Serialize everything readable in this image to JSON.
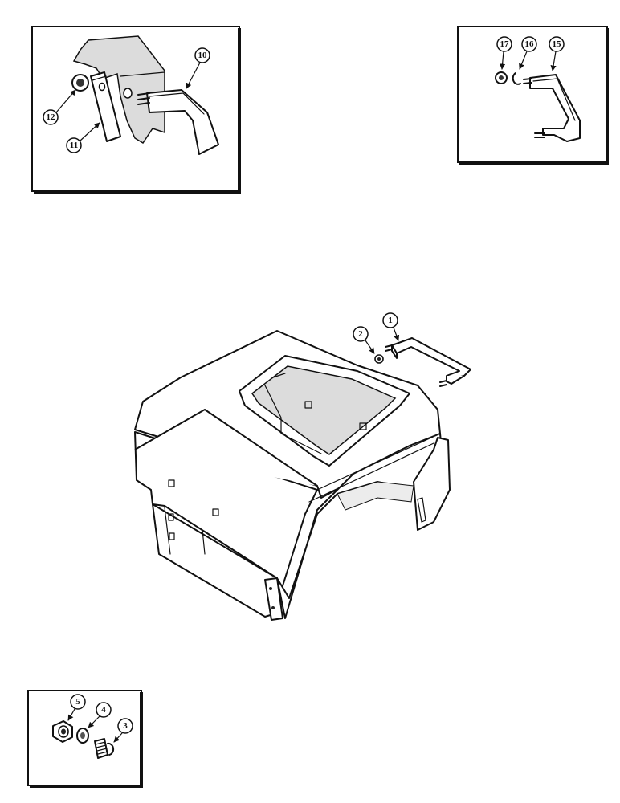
{
  "callouts": {
    "inset_top_left": [
      "10",
      "12",
      "11"
    ],
    "inset_top_right": [
      "17",
      "16",
      "15"
    ],
    "main": [
      "1",
      "2"
    ],
    "inset_bottom_left": [
      "5",
      "4",
      "3"
    ]
  }
}
